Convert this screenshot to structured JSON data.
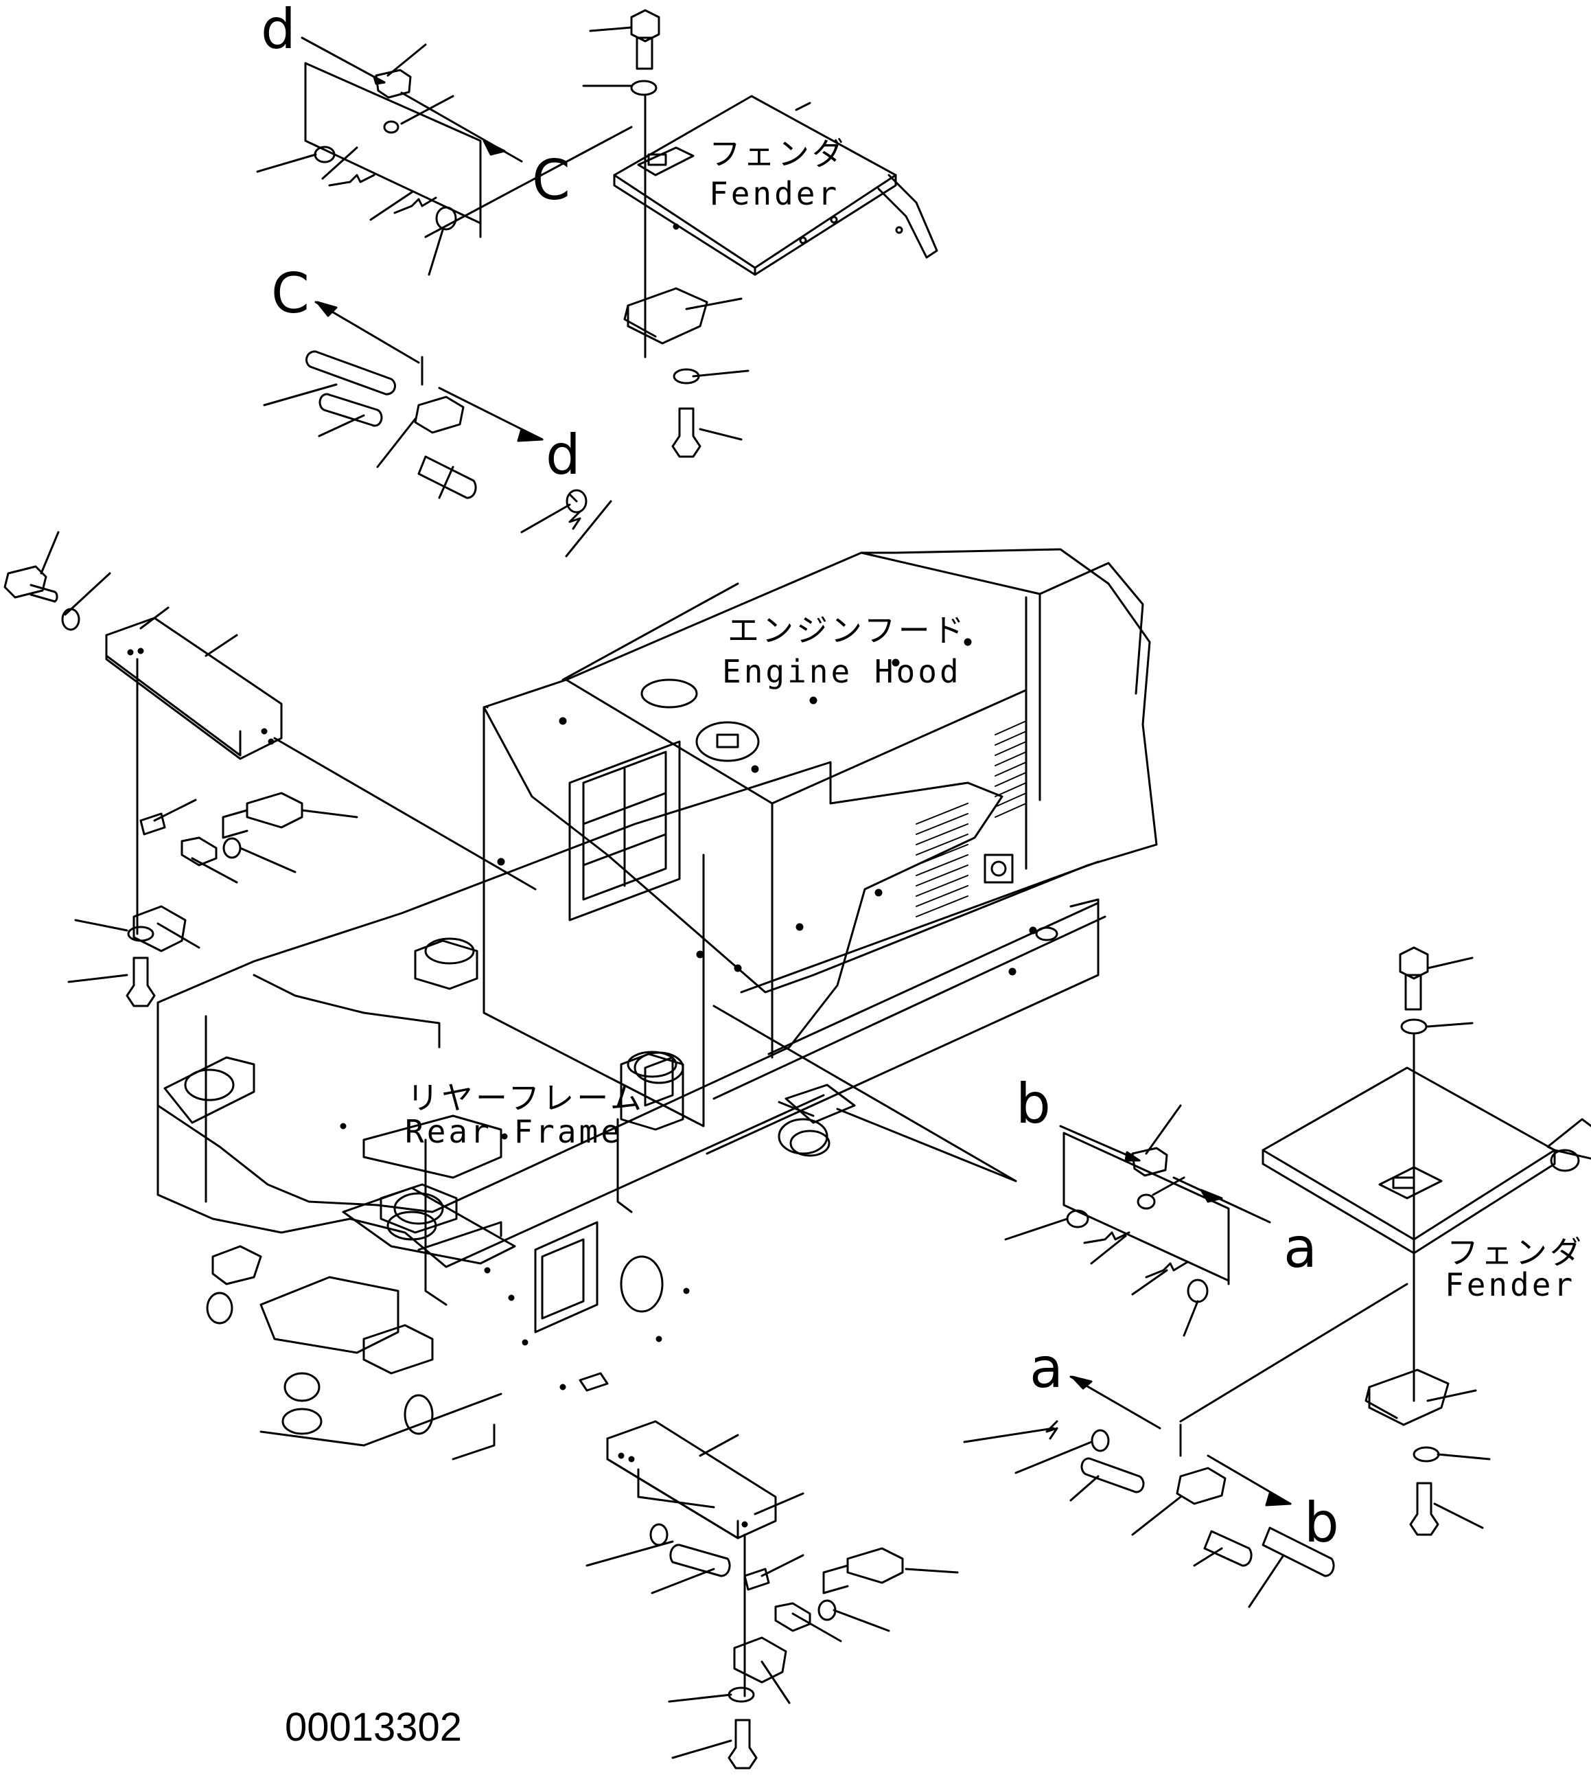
{
  "labels": {
    "fender_top_jp": "フェンダ",
    "fender_top_en": "Fender",
    "engine_hood_jp": "エンジンフード",
    "engine_hood_en": "Engine Hood",
    "rear_frame_jp": "リヤーフレーム",
    "rear_frame_en": "Rear Frame",
    "fender_right_jp": "フェンダ",
    "fender_right_en": "Fender"
  },
  "reference_letters": {
    "d_top": "d",
    "c_top": "C",
    "c_mid": "C",
    "d_mid": "d",
    "b_right": "b",
    "a_right": "a",
    "a_lower": "a",
    "b_lower": "b"
  },
  "figure_number": "00013302"
}
